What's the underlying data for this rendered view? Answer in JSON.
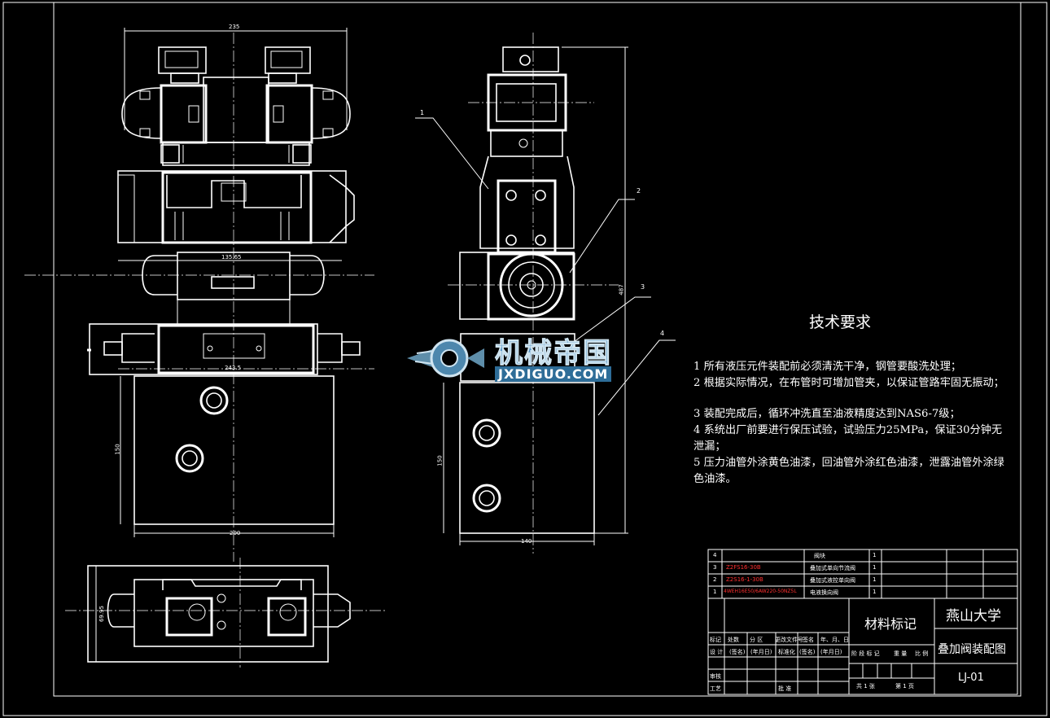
{
  "tech": {
    "title": "技术要求",
    "items": [
      "1 所有液压元件装配前必须清洗干净，钢管要酸洗处理；",
      "2 根据实际情况，在布管时可增加管夹，以保证管路牢固无振动；",
      "3 装配完成后，循环冲洗直至油液精度达到NAS6-7级；",
      "4 系统出厂前要进行保压试验，试验压力25MPa，保证30分钟无泄漏；",
      "5 压力油管外涂黄色油漆，回油管外涂红色油漆，泄露油管外涂绿色油漆。"
    ]
  },
  "dims": {
    "front_top_width": "235",
    "front_mid_width": "135.65",
    "front_body_width": "243.5",
    "front_height": "150",
    "front_bottom_width": "200",
    "side_height": "150",
    "side_width": "140",
    "side_total": "487",
    "bottom_side": "69.95"
  },
  "leaders": [
    "1",
    "2",
    "3",
    "4"
  ],
  "parts": [
    {
      "no": "4",
      "code": "",
      "name": "阀块",
      "qty": "1"
    },
    {
      "no": "3",
      "code": "Z2FS16-30B",
      "name": "叠加式单向节流阀",
      "qty": "1"
    },
    {
      "no": "2",
      "code": "Z2S16-1-30B",
      "name": "叠加式液控单向阀",
      "qty": "1"
    },
    {
      "no": "1",
      "code": "4WEH16E50/6AW220-50NZ5L",
      "name": "电液换向阀",
      "qty": "1"
    }
  ],
  "title_block": {
    "material": "材料标记",
    "school": "燕山大学",
    "drawing_name": "叠加阀装配图",
    "drawing_no": "LJ-01",
    "sheets": "共 1 张",
    "sheet_no": "第 1 页",
    "header_cells": [
      "标记",
      "处数",
      "分 区",
      "更改文件号",
      "签名",
      "年、月、日"
    ],
    "row_design": [
      "设 计",
      "(签名)",
      "(年月日)",
      "标准化",
      "(签名)",
      "(年月日)"
    ],
    "row_labels": [
      "审核",
      "工艺"
    ],
    "approve": "批 准",
    "stage_header": [
      "阶 段 标 记",
      "重 量",
      "比 例"
    ]
  },
  "watermark": {
    "brand": "机械帝国",
    "url": "JXDIGUO.COM"
  }
}
